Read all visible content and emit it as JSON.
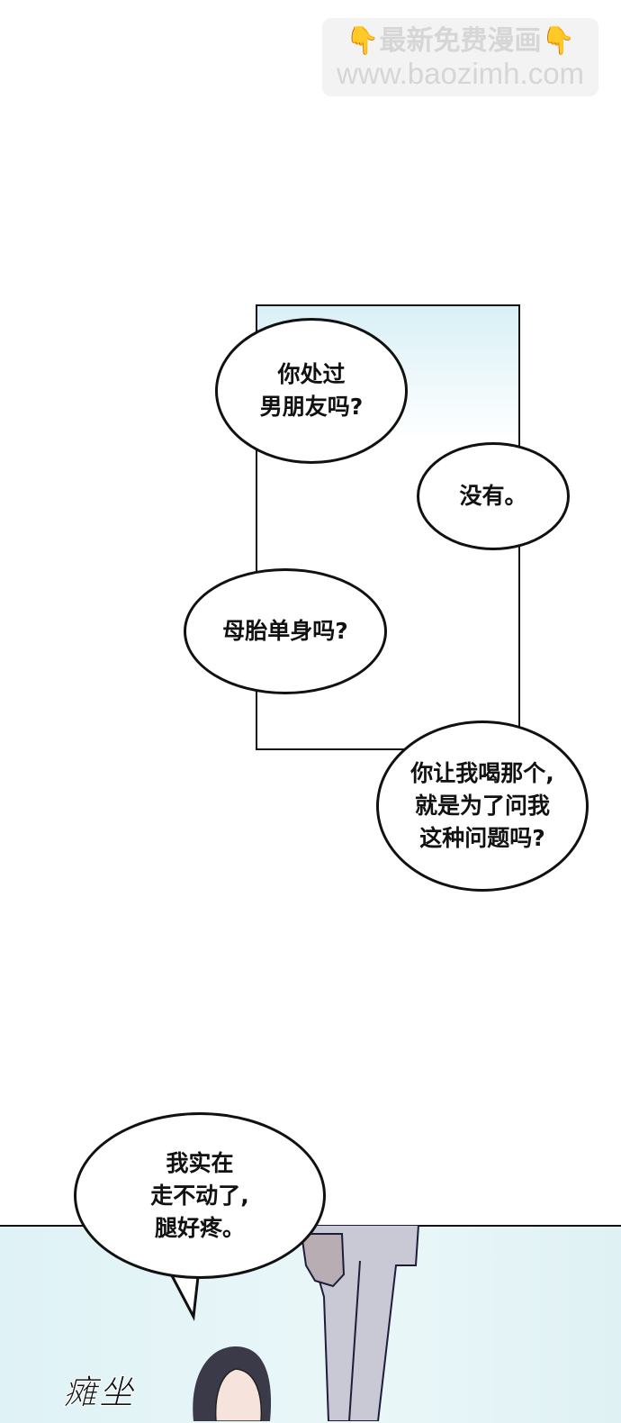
{
  "watermark": {
    "line1": "最新免费漫画",
    "line2": "www.baozimh.com",
    "icon": "pointing-down-hand-emoji"
  },
  "panel1": {
    "bubbles": [
      {
        "text": "你处过\n男朋友吗?"
      },
      {
        "text": "没有。"
      },
      {
        "text": "母胎单身吗?"
      },
      {
        "text": "你让我喝那个,\n就是为了问我\n这种问题吗?"
      }
    ]
  },
  "panel2": {
    "bubble": {
      "text": "我实在\n走不动了,\n腿好疼。"
    },
    "sfx": "瘫坐"
  }
}
